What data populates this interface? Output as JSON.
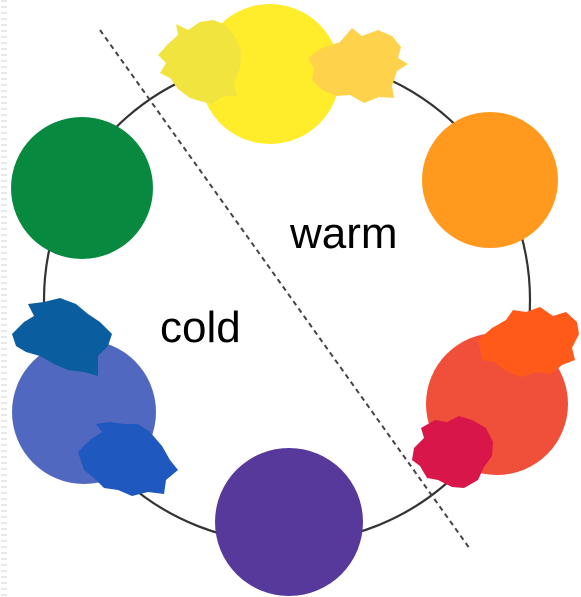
{
  "labels": {
    "warm": "warm",
    "cold": "cold"
  },
  "colors": {
    "primary": [
      {
        "name": "yellow",
        "hex": "#FFEC2A"
      },
      {
        "name": "orange",
        "hex": "#FF9A1E"
      },
      {
        "name": "red",
        "hex": "#F0503A"
      },
      {
        "name": "violet",
        "hex": "#56399B"
      },
      {
        "name": "blue",
        "hex": "#5168C0"
      },
      {
        "name": "green",
        "hex": "#078A40"
      }
    ],
    "intermediate": [
      {
        "name": "yellow-green",
        "hex": "#F2E43E"
      },
      {
        "name": "yellow-orange",
        "hex": "#FFD24C"
      },
      {
        "name": "red-orange",
        "hex": "#FF5A1A"
      },
      {
        "name": "red-violet",
        "hex": "#D8164A"
      },
      {
        "name": "blue-violet",
        "hex": "#1F58BF"
      },
      {
        "name": "blue-green",
        "hex": "#0A5D9E"
      }
    ],
    "ring": "#333333",
    "divider": "#444444"
  },
  "left_edge_pattern": "dotted"
}
